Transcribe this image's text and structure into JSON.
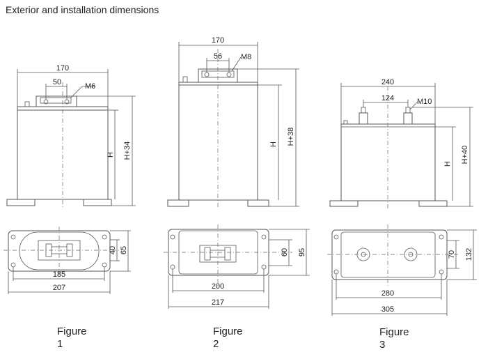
{
  "title": "Exterior and installation dimensions",
  "figures": [
    {
      "caption_word": "Figure",
      "caption_num": "1",
      "side": {
        "width": "170",
        "terminal_spacing": "50",
        "thread": "M6",
        "height": "H",
        "total_height": "H+34"
      },
      "plan": {
        "inner_height": "40",
        "outer_height": "65",
        "hole_spacing": "185",
        "length": "207"
      }
    },
    {
      "caption_word": "Figure",
      "caption_num": "2",
      "side": {
        "width": "170",
        "terminal_spacing": "56",
        "thread": "M8",
        "height": "H",
        "total_height": "H+38"
      },
      "plan": {
        "inner_height": "60",
        "outer_height": "95",
        "hole_spacing": "200",
        "length": "217"
      }
    },
    {
      "caption_word": "Figure",
      "caption_num": "3",
      "side": {
        "width": "240",
        "terminal_spacing": "124",
        "thread": "M10",
        "height": "H",
        "total_height": "H+40"
      },
      "plan": {
        "inner_height": "70",
        "outer_height": "132",
        "hole_spacing": "280",
        "length": "305"
      }
    }
  ]
}
